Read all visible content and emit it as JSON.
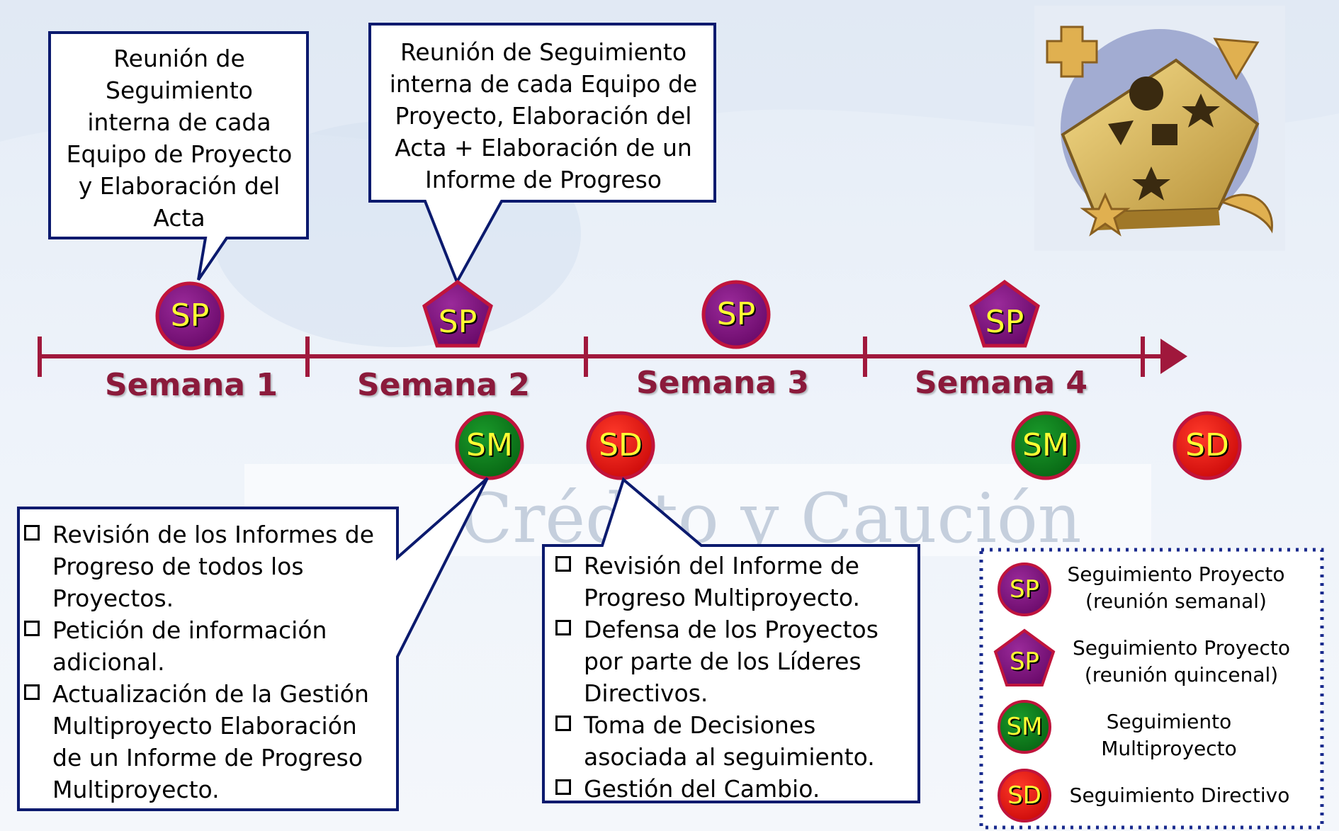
{
  "callouts": {
    "week1_meeting": [
      "Reunión de",
      "Seguimiento",
      "interna de cada",
      "Equipo de Proyecto",
      "y Elaboración del",
      "Acta"
    ],
    "week2_meeting": [
      "Reunión de Seguimiento",
      "interna de cada Equipo de",
      "Proyecto, Elaboración del",
      "Acta +  Elaboración de un",
      "Informe de Progreso"
    ]
  },
  "timeline": {
    "weeks": [
      "Semana 1",
      "Semana 2",
      "Semana 3",
      "Semana 4"
    ],
    "axis_color": "#a0183c",
    "label_color": "#8b1a3b"
  },
  "markers": {
    "sp_circle": "SP",
    "sp_pentagon": "SP",
    "sm": "SM",
    "sd": "SD"
  },
  "colors": {
    "sp_fill": "#7a0f7a",
    "sm_fill": "#0b7a1a",
    "sd_fill": "#e11010",
    "marker_ring": "#c0143c",
    "marker_text": "#ffff33",
    "box_border": "#0b1a6e"
  },
  "lists": {
    "sm_actions": [
      "Revisión de los Informes de Progreso de todos los Proyectos.",
      "Petición de información adicional.",
      "Actualización de la Gestión Multiproyecto Elaboración de un Informe de Progreso Multiproyecto."
    ],
    "sd_actions": [
      "Revisión del Informe de Progreso Multiproyecto.",
      "Defensa de los Proyectos por parte de los Líderes Directivos.",
      "Toma de Decisiones asociada al seguimiento.",
      "Gestión del Cambio."
    ]
  },
  "watermark": "Crédito y Caución",
  "legend": {
    "items": [
      {
        "symbol": "SP",
        "label": "Seguimiento Proyecto (reunión semanal)"
      },
      {
        "symbol": "SP",
        "label": "Seguimiento Proyecto (reunión quincenal)"
      },
      {
        "symbol": "SM",
        "label": "Seguimiento Multiproyecto"
      },
      {
        "symbol": "SD",
        "label": "Seguimiento Directivo"
      }
    ]
  },
  "icons": {
    "puzzle_image": "shape-sorter-puzzle-icon",
    "checkbox": "checkbox-icon"
  }
}
